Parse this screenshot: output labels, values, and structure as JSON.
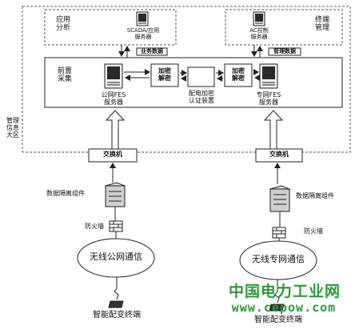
{
  "zones": {
    "management_zone": "管理\n信息\n大区"
  },
  "top_left": {
    "label": "应用\n分析",
    "server": "SCADA/应用\n服务器"
  },
  "top_right": {
    "label": "终端\n管理",
    "server": "AC控制\n服务器"
  },
  "tags": {
    "business_data": "业务数据",
    "management_data": "管理数据"
  },
  "front_zone": {
    "label": "前置\n采集",
    "public_fes": "公网FES\n服务器",
    "private_fes": "专网FES\n服务器",
    "crypto_left": "加密\n解密",
    "crypto_right": "加密\n解密",
    "auth_device": "配电加密\n认证装置"
  },
  "left_branch": {
    "switch": "交换机",
    "isolation": "数据隔离组件",
    "firewall": "防火墙",
    "network": "无线公网通信",
    "terminal": "智能配变终端"
  },
  "right_branch": {
    "switch": "交换机",
    "isolation": "数据隔离组件",
    "firewall": "防火墙",
    "network": "无线专网通信",
    "terminal": "智能配变终端"
  },
  "watermark": {
    "line1": "中国电力工业网",
    "line2": "www.cepow.com"
  },
  "colors": {
    "line": "#222222",
    "dash": "#555555",
    "watermark": "#2c9a3a",
    "server_fill": "#eeeeee",
    "server_dark": "#2a2a2a"
  }
}
